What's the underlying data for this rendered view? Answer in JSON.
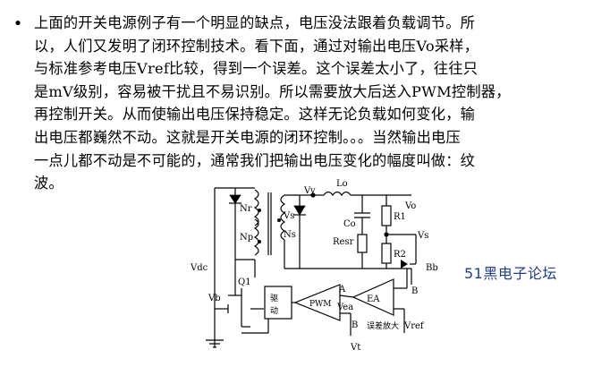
{
  "paragraph": {
    "bullet": "•",
    "lines": [
      "上面的开关电源例子有一个明显的缺点，电压没法跟着负载调节。所",
      "以，人们又发明了闭环控制技术。看下面，通过对输出电压Vo采样，",
      "与标准参考电压Vref比较，得到一个误差。这个误差太小了，往往只",
      "是mV级别，容易被干扰且不易识别。所以需要放大后送入PWM控制器，",
      "再控制开关。从而使输出电压保持稳定。这样无论负载如何变化，输",
      "出电压都巍然不动。这就是开关电源的闭环控制。。。当然输出电压",
      "一点儿都不动是不可能的，通常我们把输出电压变化的幅度叫做：纹",
      "波。"
    ]
  },
  "diagram": {
    "labels": {
      "vy": "Vy",
      "lo": "Lo",
      "vo": "Vo",
      "nr": "Nr",
      "vs_sec": "Vs",
      "co": "Co",
      "r1": "R1",
      "np": "Np",
      "ns": "Ns",
      "resr": "Resr",
      "vs_fb": "Vs",
      "r2": "R2",
      "vdc": "Vdc",
      "bb": "Bb",
      "q1": "Q1",
      "vb": "Vb",
      "a": "A",
      "ea": "EA",
      "b_ea": "B",
      "driver_1": "驱",
      "driver_2": "动",
      "pwm": "PWM",
      "vea": "Vea",
      "b_pwm": "B",
      "err_amp": "误差放大",
      "vref": "Vref",
      "vt": "Vt"
    }
  },
  "watermark": {
    "text": "51黑电子论坛",
    "color": "#1f3e8c"
  }
}
